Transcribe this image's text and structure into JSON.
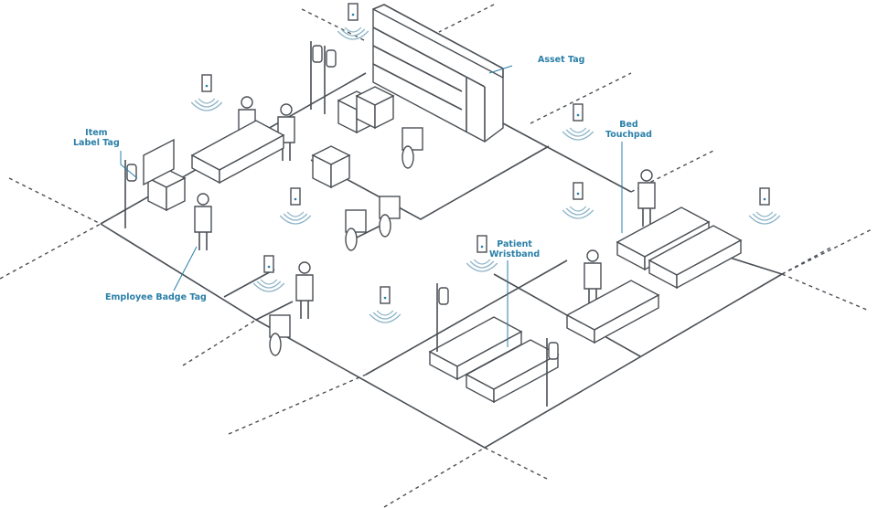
{
  "labels": {
    "asset_tag": "Asset Tag",
    "bed_touchpad_line1": "Bed",
    "bed_touchpad_line2": "Touchpad",
    "item_label_line1": "Item",
    "item_label_line2": "Label Tag",
    "patient_wristband_line1": "Patient",
    "patient_wristband_line2": "Wristband",
    "employee_badge_tag": "Employee Badge Tag"
  },
  "colors": {
    "accent": "#2a7fa8",
    "line": "#4a4f55",
    "signal": "#8fb6c9"
  }
}
